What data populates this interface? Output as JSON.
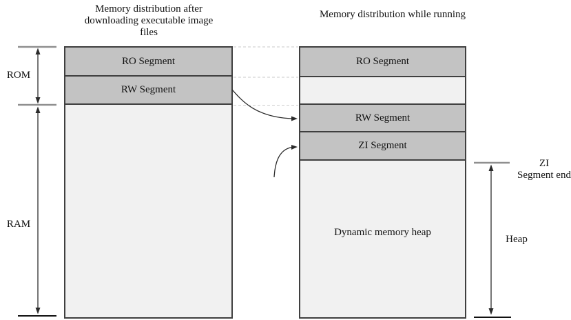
{
  "colors": {
    "background": "#ffffff",
    "segment_fill": "#c3c3c3",
    "light_fill": "#f1f1f1",
    "border": "#3f3f3f",
    "dashed_line": "#c9c9c9",
    "tick_gray": "#8f8f8f",
    "tick_black": "#111111",
    "arrow": "#2b2b2b",
    "text": "#111111"
  },
  "titles": {
    "left": "Memory distribution after downloading executable image files",
    "right": "Memory distribution while running"
  },
  "left_column": {
    "segments": [
      {
        "label": "RO Segment"
      },
      {
        "label": "RW Segment"
      },
      {
        "label": ""
      }
    ]
  },
  "right_column": {
    "segments": [
      {
        "label": "RO Segment"
      },
      {
        "label": ""
      },
      {
        "label": "RW Segment"
      },
      {
        "label": "ZI Segment"
      },
      {
        "label": "Dynamic memory heap"
      }
    ]
  },
  "annotations": {
    "rom": "ROM",
    "ram": "RAM",
    "heap": "Heap",
    "zi_end_line1": "ZI",
    "zi_end_line2": "Segment end"
  }
}
